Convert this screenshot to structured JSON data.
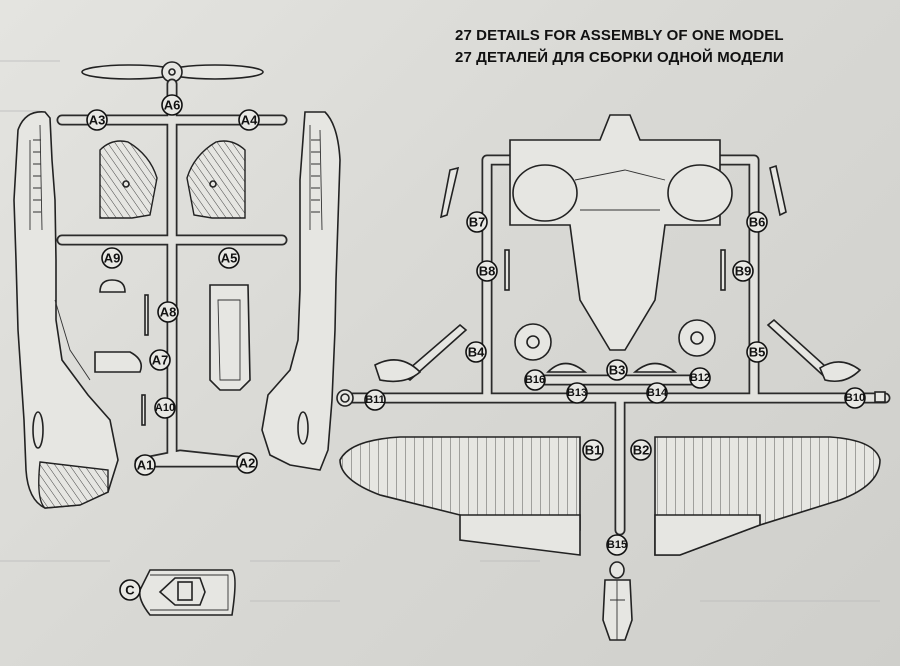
{
  "title_en": "27 DETAILS FOR ASSEMBLY OF ONE MODEL",
  "title_ru": "27 ДЕТАЛЕЙ ДЛЯ СБОРКИ ОДНОЙ МОДЕЛИ",
  "labels": {
    "A1": "A1",
    "A2": "A2",
    "A3": "A3",
    "A4": "A4",
    "A5": "A5",
    "A6": "A6",
    "A7": "A7",
    "A8": "A8",
    "A9": "A9",
    "A10": "A10",
    "B1": "B1",
    "B2": "B2",
    "B3": "B3",
    "B4": "B4",
    "B5": "B5",
    "B6": "B6",
    "B7": "B7",
    "B8": "B8",
    "B9": "B9",
    "B10": "B10",
    "B11": "B11",
    "B12": "B12",
    "B13": "B13",
    "B14": "B14",
    "B15": "B15",
    "B16": "B16",
    "C": "C"
  }
}
